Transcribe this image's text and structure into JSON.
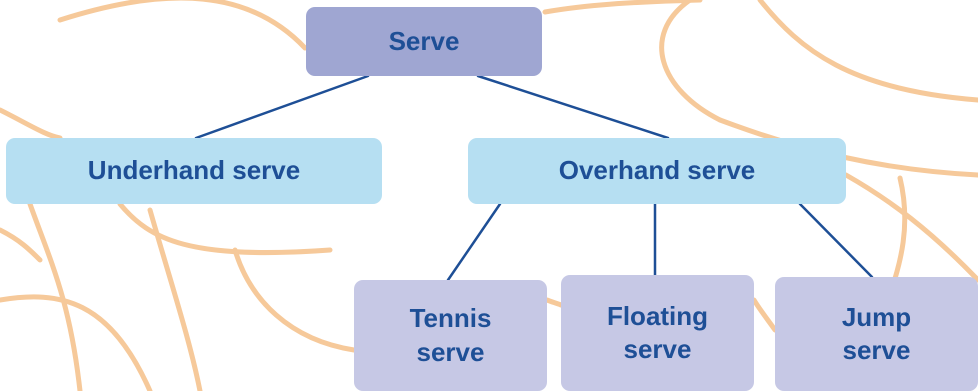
{
  "diagram": {
    "type": "tree",
    "colors": {
      "root_fill": "#9fa6d2",
      "level1_fill": "#b6dff2",
      "level2_fill": "#c6c8e5",
      "text": "#1e4f96",
      "connector": "#1e4f96",
      "background_lines": "#f6c99a"
    },
    "nodes": {
      "serve": {
        "line1": "Serve"
      },
      "underhand": {
        "line1": "Underhand serve"
      },
      "overhand": {
        "line1": "Overhand serve"
      },
      "tennis": {
        "line1": "Tennis",
        "line2": "serve"
      },
      "floating": {
        "line1": "Floating",
        "line2": "serve"
      },
      "jump": {
        "line1": "Jump",
        "line2": "serve"
      }
    },
    "edges": [
      [
        "serve",
        "underhand"
      ],
      [
        "serve",
        "overhand"
      ],
      [
        "overhand",
        "tennis"
      ],
      [
        "overhand",
        "floating"
      ],
      [
        "overhand",
        "jump"
      ]
    ]
  }
}
